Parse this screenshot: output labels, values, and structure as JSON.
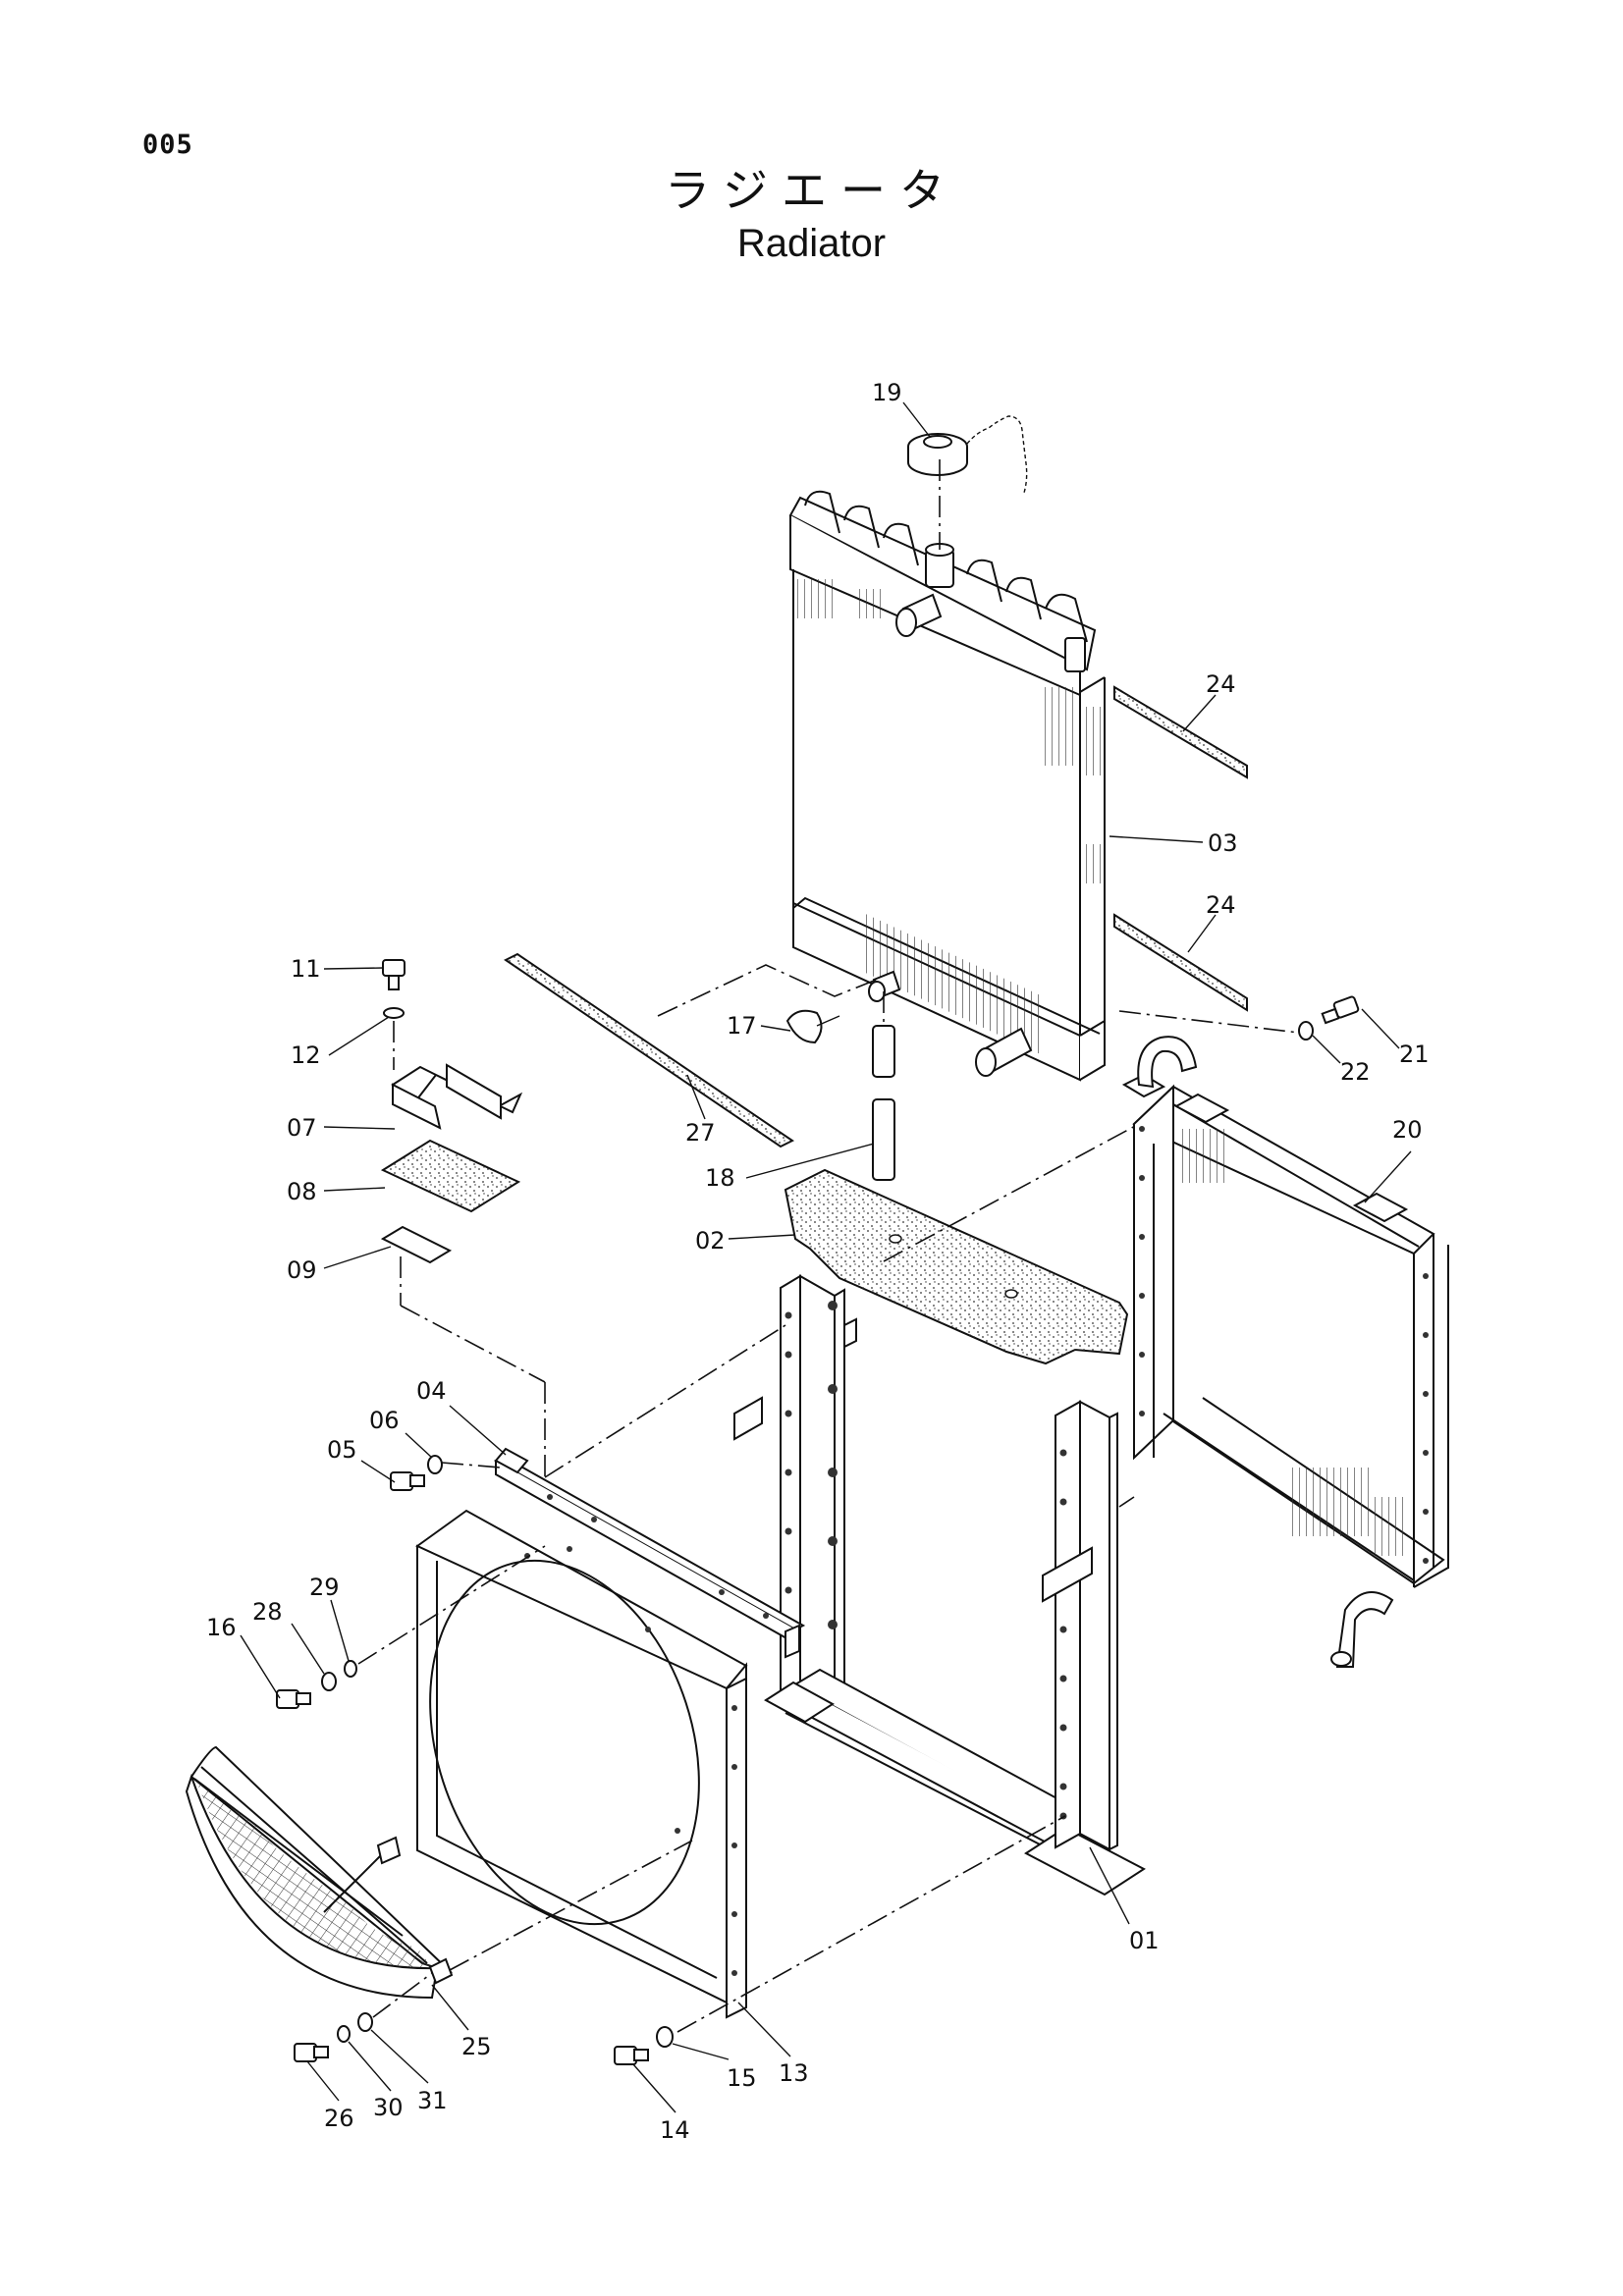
{
  "page": {
    "code": "005",
    "title_jp": "ラジエータ",
    "title_en": "Radiator"
  },
  "callouts": [
    "19",
    "24",
    "03",
    "24",
    "11",
    "12",
    "17",
    "21",
    "22",
    "07",
    "27",
    "18",
    "20",
    "08",
    "02",
    "09",
    "04",
    "06",
    "05",
    "29",
    "28",
    "16",
    "01",
    "25",
    "13",
    "31",
    "30",
    "15",
    "26",
    "14"
  ],
  "colors": {
    "ink": "#111111",
    "paper": "#ffffff"
  }
}
